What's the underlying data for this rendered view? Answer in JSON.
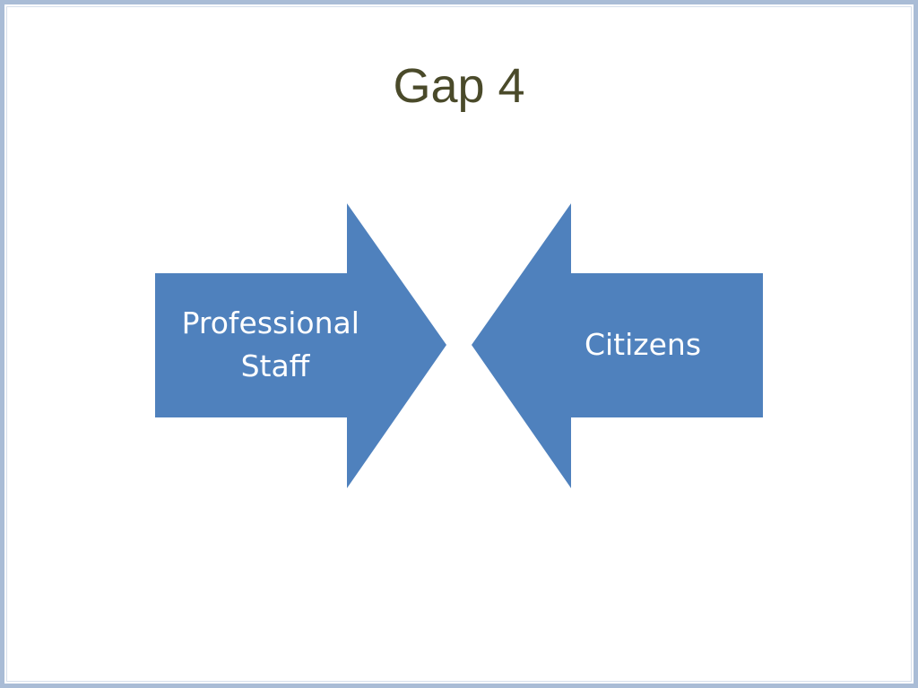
{
  "slide": {
    "title": "Gap 4"
  },
  "diagram": {
    "left_arrow": {
      "label_lines": [
        "Professional",
        "Staff"
      ]
    },
    "right_arrow": {
      "label_lines": [
        "Citizens"
      ]
    },
    "colors": {
      "arrow_fill": "#4f81bd",
      "title_text": "#4a4a2a",
      "slide_border": "#a9bcd6"
    }
  }
}
